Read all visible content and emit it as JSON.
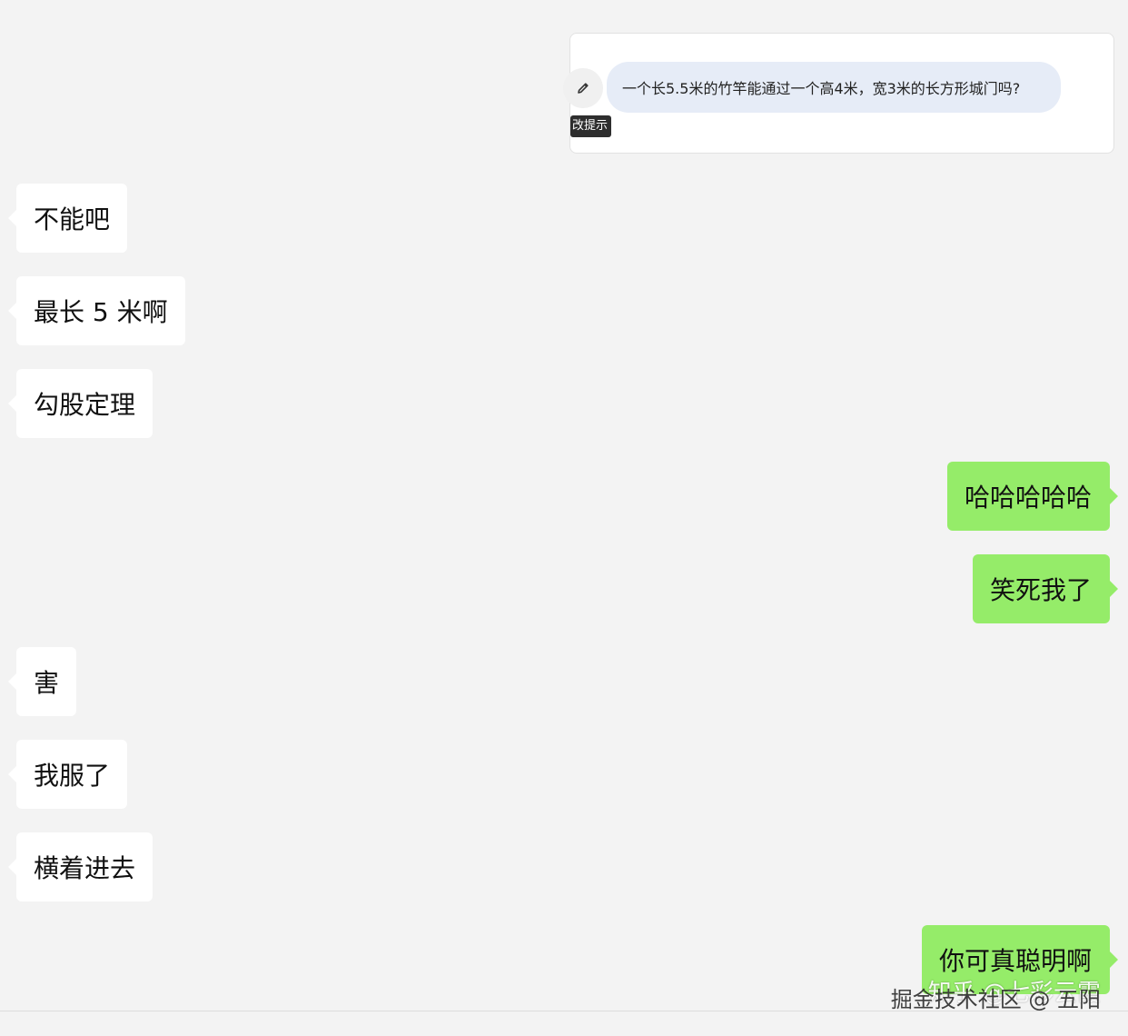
{
  "prompt_card": {
    "prompt_text": "一个长5.5米的竹竿能通过一个高4米，宽3米的长方形城门吗?",
    "tooltip": "改提示",
    "edit_icon": "pencil-icon"
  },
  "messages": [
    {
      "side": "left",
      "text": "不能吧"
    },
    {
      "side": "left",
      "text": "最长 5 米啊"
    },
    {
      "side": "left",
      "text": "勾股定理"
    },
    {
      "side": "right",
      "text": "哈哈哈哈哈"
    },
    {
      "side": "right",
      "text": "笑死我了"
    },
    {
      "side": "left",
      "text": "害"
    },
    {
      "side": "left",
      "text": "我服了"
    },
    {
      "side": "left",
      "text": "横着进去"
    },
    {
      "side": "right",
      "text": "你可真聪明啊"
    }
  ],
  "watermarks": {
    "zhihu": "知乎 @七彩云霞",
    "juejin": "掘金技术社区 @ 五阳"
  },
  "colors": {
    "background": "#f3f3f3",
    "incoming_bubble": "#ffffff",
    "outgoing_bubble": "#95ec69",
    "prompt_bubble": "#e6ecf7"
  }
}
